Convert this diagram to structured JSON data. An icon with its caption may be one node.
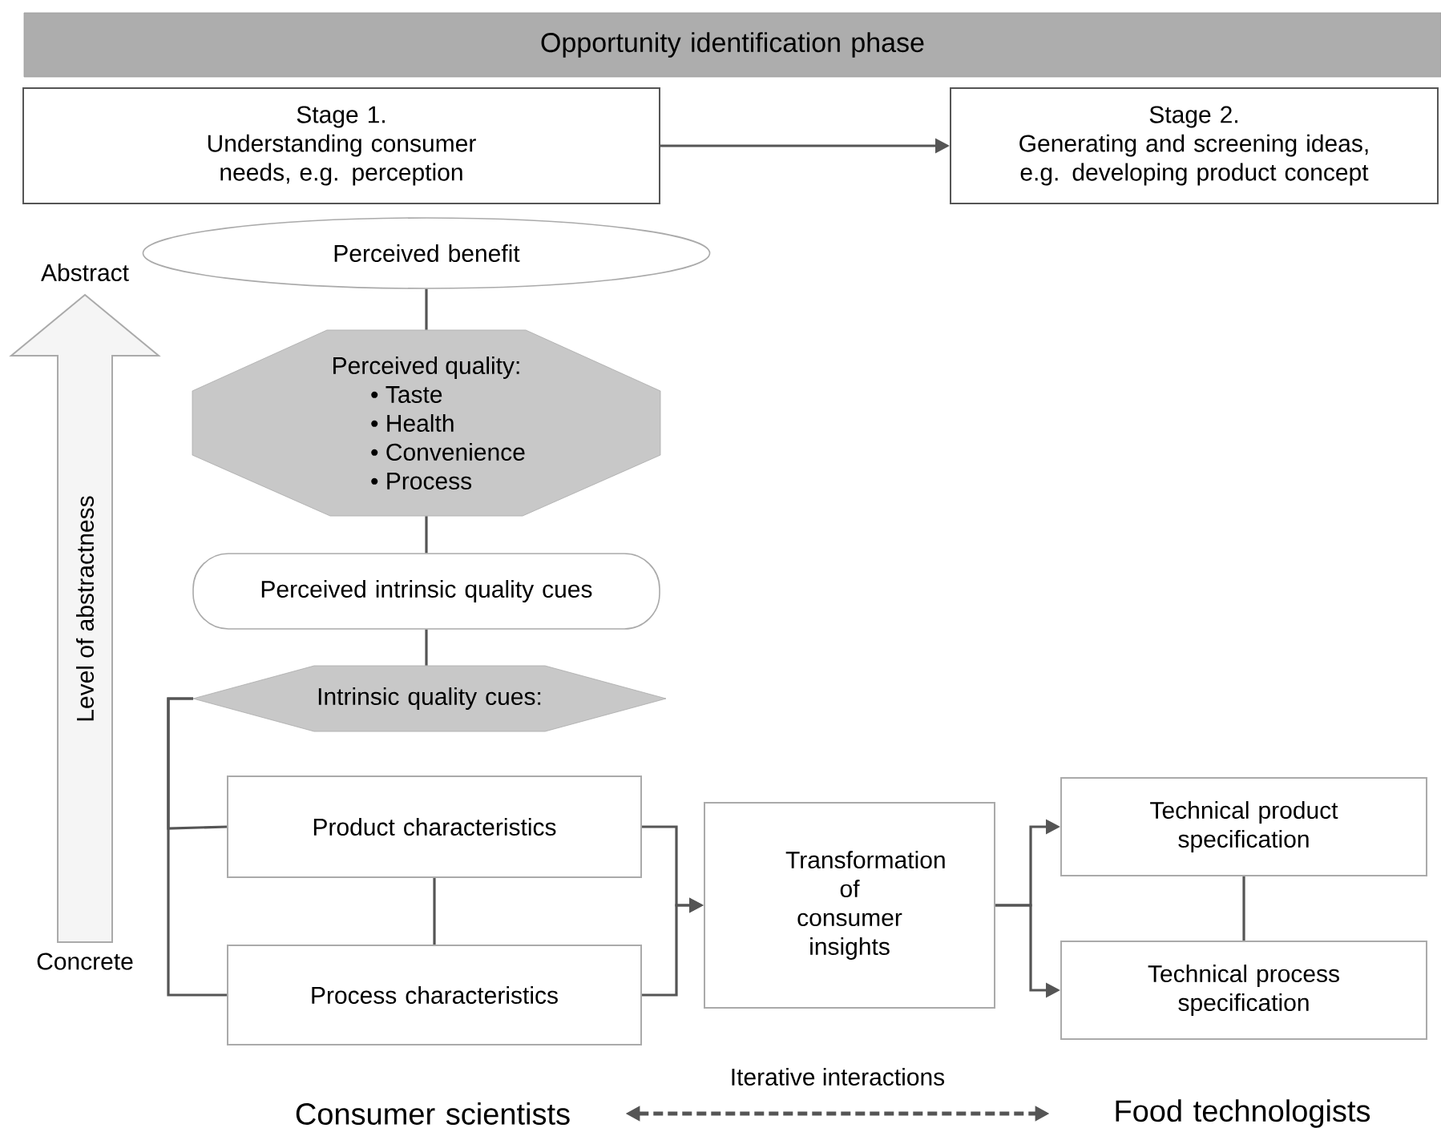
{
  "diagram": {
    "nodes": [
      {
        "text": [
          "Opportunity identification phase"
        ]
      },
      {
        "text": [
          "Stage 1.",
          "Understanding consumer needs, e.g. perception"
        ]
      },
      {
        "text": [
          "Stage 2.",
          "Generating and screening ideas, e.g. developing product concept"
        ]
      },
      {
        "text": [
          "Perceived benefit"
        ]
      },
      {
        "text": [
          "Perceived quality:",
          "• Taste",
          "• Health",
          "• Convenience",
          "• Process"
        ]
      },
      {
        "text": [
          "Perceived intrinsic quality cues"
        ]
      },
      {
        "text": [
          "Intrinsic quality cues:"
        ]
      },
      {
        "text": [
          "Product characteristics"
        ]
      },
      {
        "text": [
          "Process characteristics"
        ]
      },
      {
        "text": [
          "Transformation of consumer insights"
        ]
      },
      {
        "text": [
          "Technical product specification"
        ]
      },
      {
        "text": [
          "Technical process specification"
        ]
      },
      {
        "text": [
          "Consumer scientists"
        ]
      },
      {
        "text": [
          "Food technologists"
        ]
      }
    ],
    "edges": [
      {
        "from": 1,
        "to": 2,
        "arrow": "to"
      },
      {
        "from": 3,
        "to": 4,
        "arrow": "none"
      },
      {
        "from": 4,
        "to": 5,
        "arrow": "none"
      },
      {
        "from": 5,
        "to": 6,
        "arrow": "none"
      },
      {
        "from": 6,
        "to": 7,
        "arrow": "none"
      },
      {
        "from": 6,
        "to": 8,
        "arrow": "none"
      },
      {
        "from": 7,
        "to": 8,
        "arrow": "none"
      },
      {
        "from": 7,
        "to": 9,
        "arrow": "to"
      },
      {
        "from": 8,
        "to": 9,
        "arrow": "to"
      },
      {
        "from": 9,
        "to": 10,
        "arrow": "to"
      },
      {
        "from": 9,
        "to": 11,
        "arrow": "to"
      },
      {
        "from": 10,
        "to": 11,
        "arrow": "none"
      },
      {
        "from": 12,
        "to": 13,
        "arrow": "both",
        "style": "dashed",
        "label": "Iterative interactions"
      }
    ],
    "labels": [
      "Abstract",
      "Level of abstractness",
      "Concrete"
    ]
  }
}
